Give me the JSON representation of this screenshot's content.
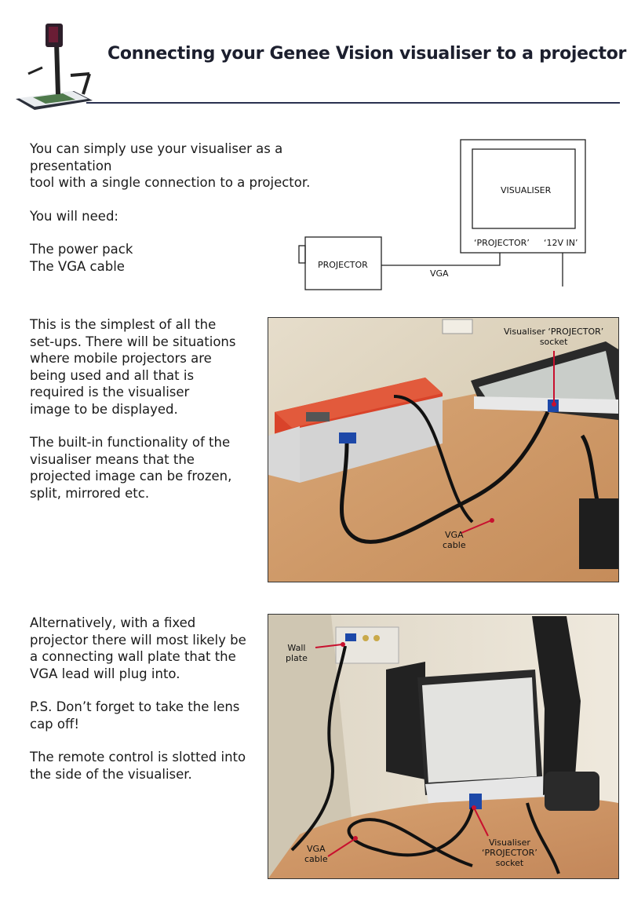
{
  "header": {
    "title": "Connecting your Genee Vision visualiser to a projector",
    "rule_color": "#2a3150"
  },
  "intro": {
    "lines": [
      "You can simply use your visualiser as a presentation",
      "tool with a single connection to a projector."
    ],
    "need": "You will need:",
    "items": [
      "The power pack",
      "The VGA cable"
    ]
  },
  "diagram": {
    "visualiser_label": "VISUALISER",
    "projector_port": "‘PROJECTOR’",
    "power_port": "‘12V IN’",
    "projector_label": "PROJECTOR",
    "cable_label": "VGA"
  },
  "section1": {
    "para1": [
      "This is the simplest of all the",
      "set-ups. There will be situations",
      "where mobile projectors are",
      "being used and all that is",
      "required is the visualiser",
      "image to be displayed."
    ],
    "para2": [
      "The built-in functionality of the",
      "visualiser means that the",
      "projected image can be frozen,",
      "split, mirrored etc."
    ],
    "photo": {
      "callout_socket": [
        "Visualiser ‘PROJECTOR’",
        "socket"
      ],
      "callout_cable": [
        "VGA",
        "cable"
      ]
    }
  },
  "section2": {
    "para1": [
      "Alternatively, with a fixed",
      "projector there will most likely be",
      "a connecting wall plate that the",
      "VGA lead will plug into."
    ],
    "para2": [
      "P.S. Don’t forget to take the lens",
      "cap off!"
    ],
    "para3": [
      "The remote control is slotted into",
      "the side of the visualiser."
    ],
    "photo": {
      "callout_wall": [
        "Wall",
        "plate"
      ],
      "callout_cable": [
        "VGA",
        "cable"
      ],
      "callout_socket": [
        "Visualiser",
        "‘PROJECTOR’",
        "socket"
      ]
    }
  },
  "colors": {
    "callout_red": "#c8102e",
    "projector_red": "#d9432a"
  }
}
